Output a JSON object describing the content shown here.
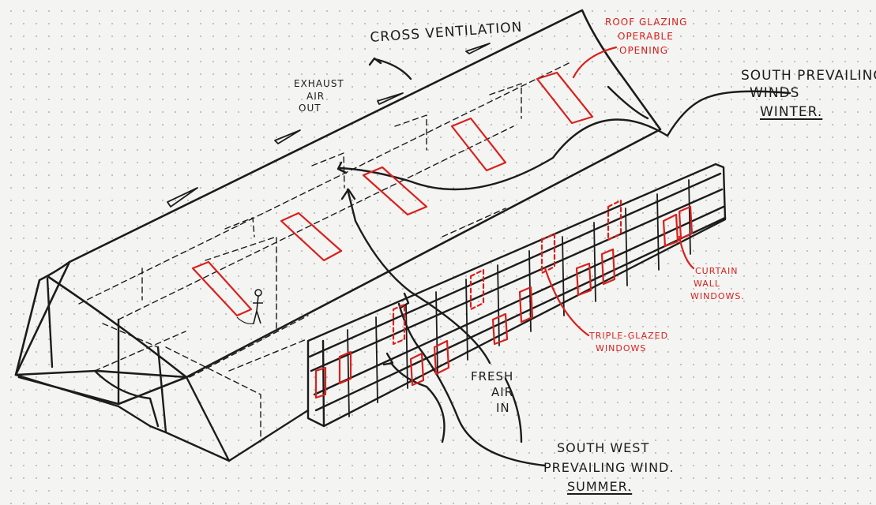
{
  "labels": {
    "cross_ventilation": "CROSS VENTILATION",
    "exhaust": [
      "EXHAUST",
      "AIR",
      "OUT"
    ],
    "roof_glazing": [
      "ROOF GLAZING",
      "OPERABLE",
      "OPENING"
    ],
    "south_winter": [
      "SOUTH PREVAILING",
      "WINDS",
      "WINTER."
    ],
    "curtain_wall": [
      "CURTAIN",
      "WALL",
      "WINDOWS."
    ],
    "triple_glazed": [
      "TRIPLE-GLAZED",
      "WINDOWS"
    ],
    "fresh_air": [
      "FRESH",
      "AIR",
      "IN"
    ],
    "southwest_summer": [
      "SOUTH WEST",
      "PREVAILING WIND.",
      "SUMMER."
    ]
  },
  "colors": {
    "ink": "#1c1c1c",
    "red_ink": "#d8211d",
    "paper": "#f4f4f2",
    "grid_dots": "#b9b9b9"
  }
}
